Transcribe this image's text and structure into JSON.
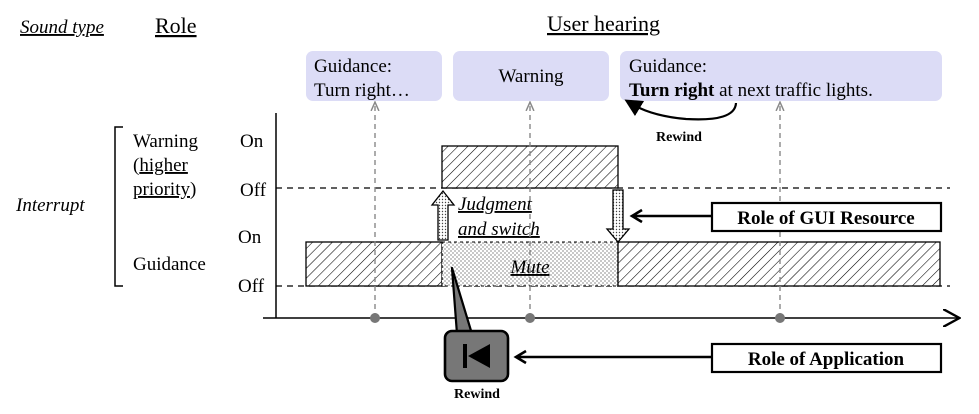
{
  "header": {
    "sound_type": "Sound type",
    "role": "Role",
    "user_hearing": "User hearing"
  },
  "bubbles": {
    "guidance1_line1": "Guidance:",
    "guidance1_line2": "Turn right…",
    "warning": "Warning",
    "guidance2_line1": "Guidance:",
    "guidance2_bold": "Turn right",
    "guidance2_rest": " at next traffic lights."
  },
  "rows": {
    "interrupt": "Interrupt",
    "warning_line1": "Warning",
    "warning_line2_open": "(",
    "warning_line2_underlined": "higher",
    "warning_line3_underlined": "priority",
    "warning_line3_close": ")",
    "guidance": "Guidance",
    "on": "On",
    "off": "Off"
  },
  "annotations": {
    "judgment_line1": "Judgment",
    "judgment_line2": "and switch",
    "mute": "Mute",
    "rewind_top": "Rewind",
    "rewind_button": "Rewind",
    "role_gui": "Role of GUI Resource",
    "role_app": "Role of Application"
  },
  "colors": {
    "bubble_fill": "#dcdcf6",
    "rewind_button_fill": "#777777",
    "line": "#000000",
    "dashed_gray": "#888888"
  },
  "icons": {
    "rewind_button_icon": "skip-back-icon"
  }
}
